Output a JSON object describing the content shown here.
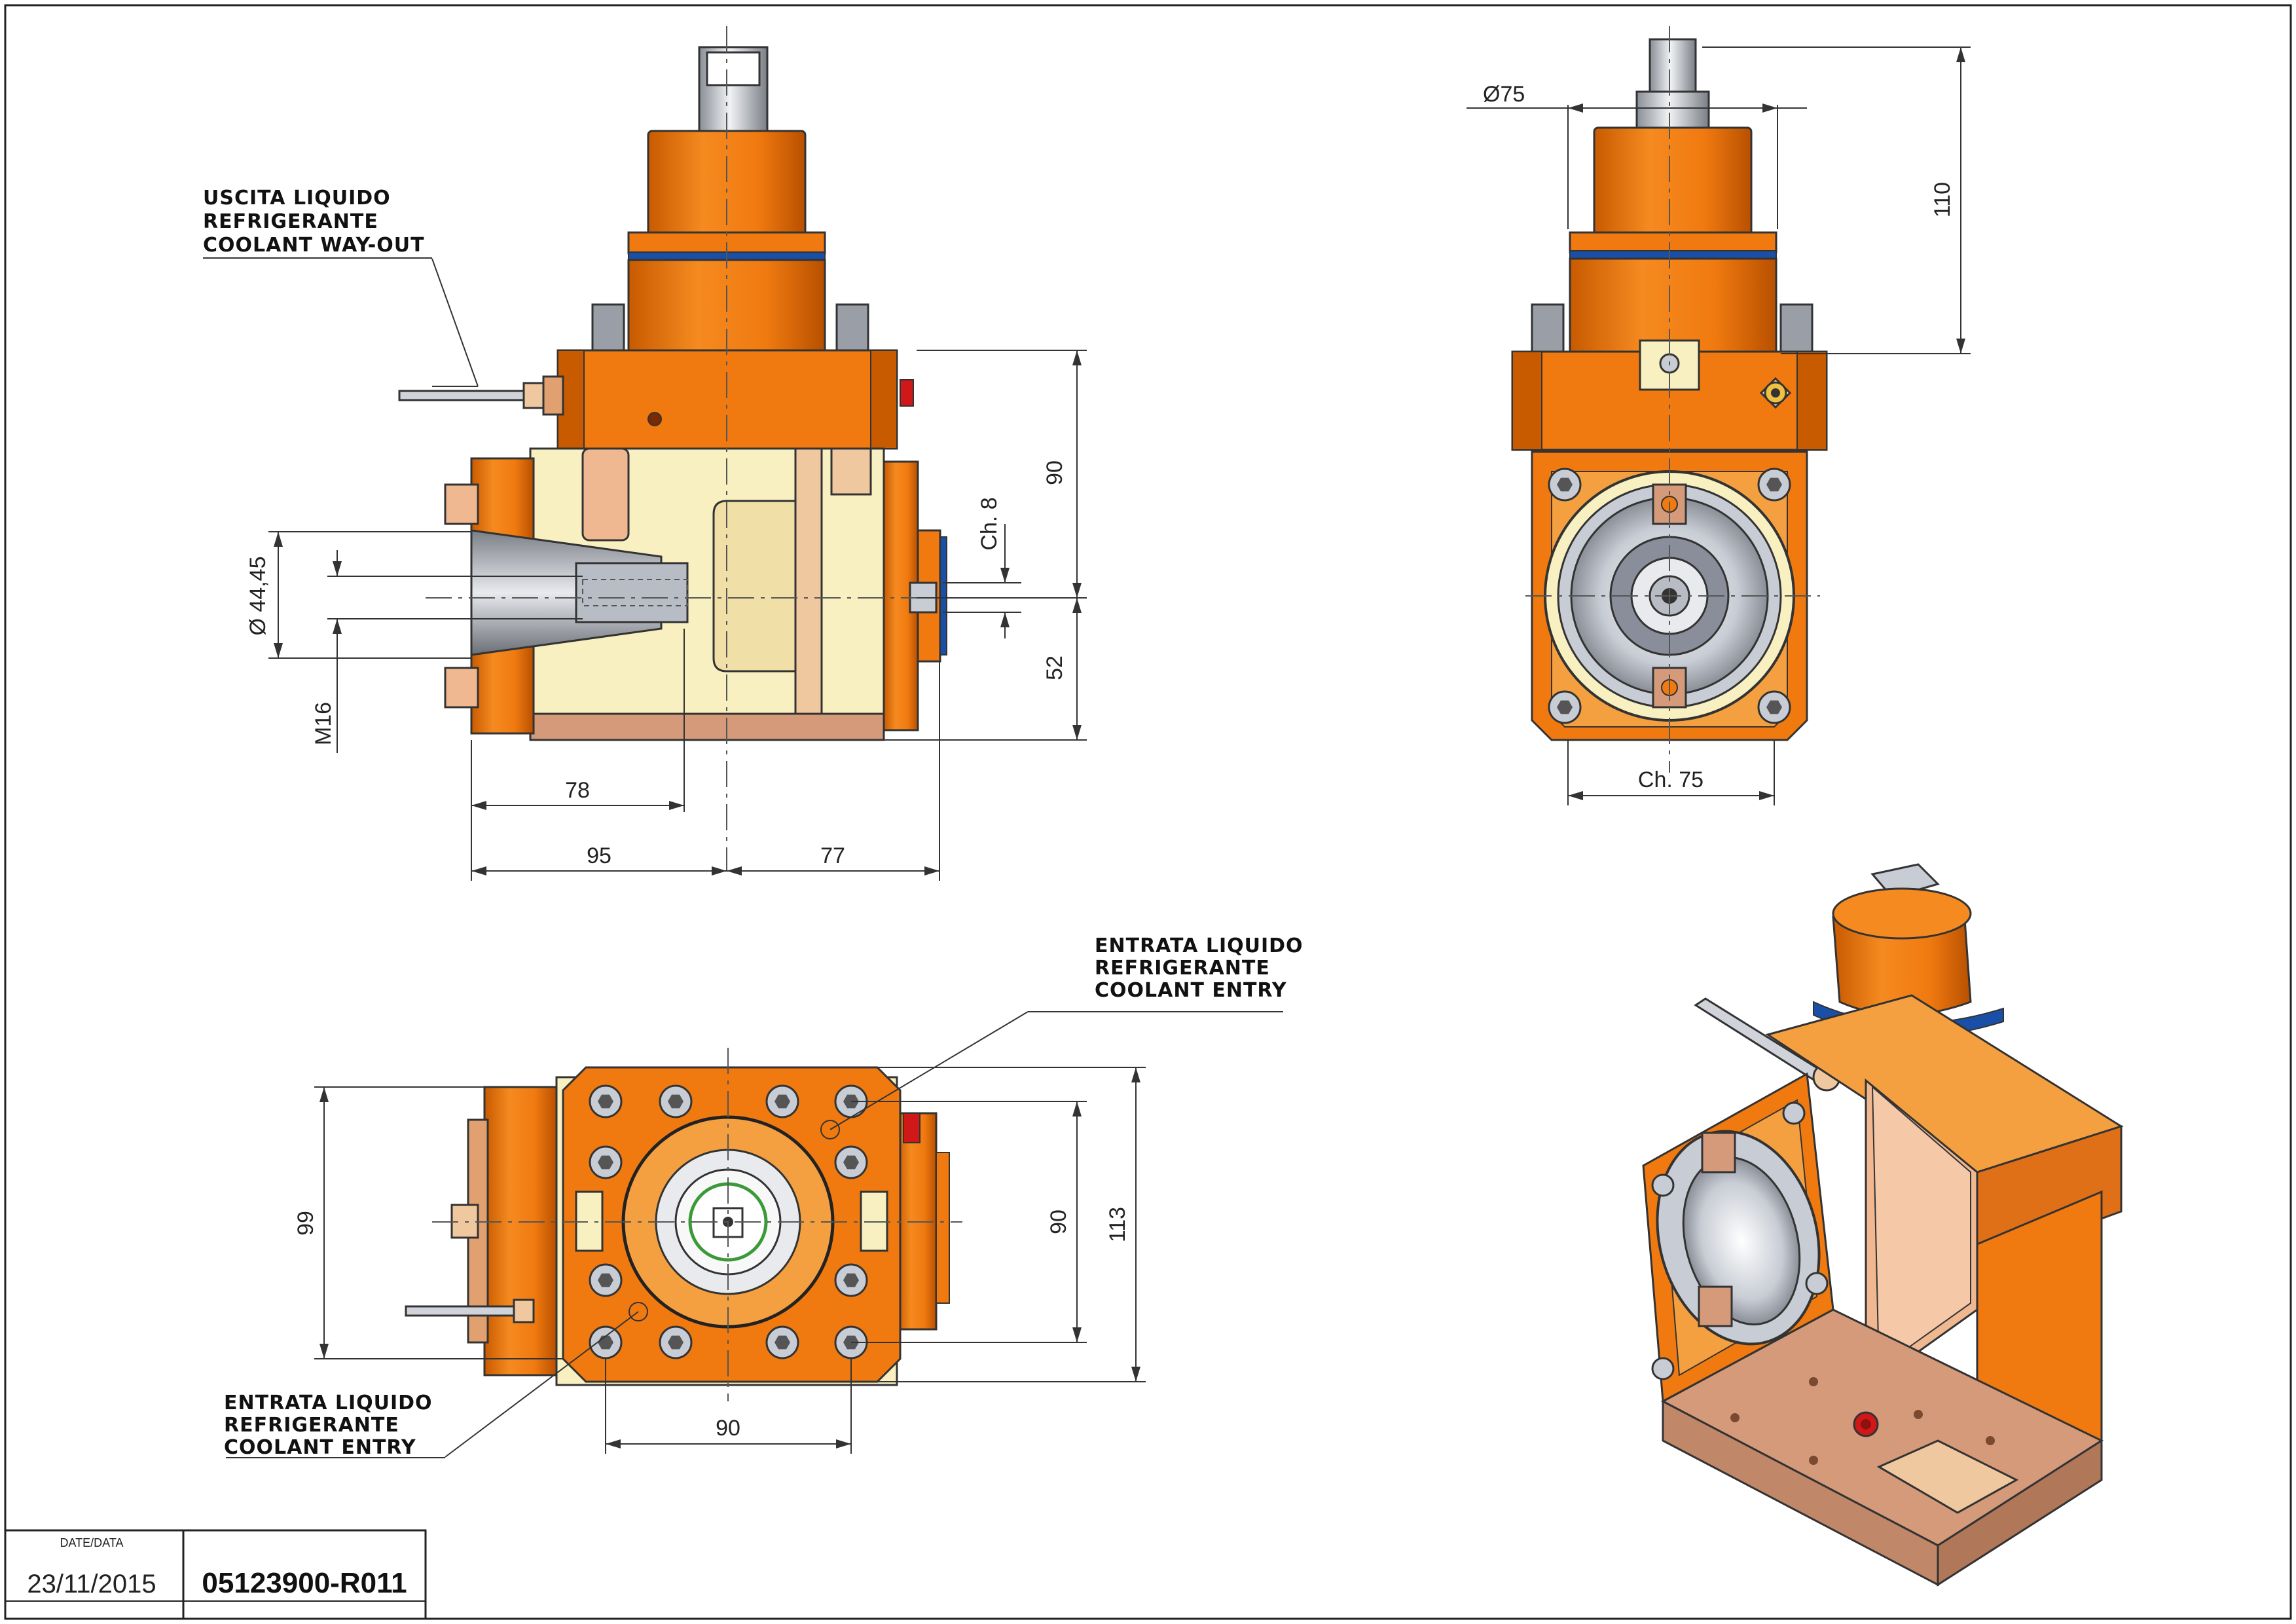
{
  "labels": {
    "coolant_out_it1": "USCITA LIQUIDO",
    "coolant_out_it2": "REFRIGERANTE",
    "coolant_out_en": "COOLANT WAY-OUT",
    "coolant_in_top_it1": "ENTRATA LIQUIDO",
    "coolant_in_top_it2": "REFRIGERANTE",
    "coolant_in_top_en": "COOLANT ENTRY",
    "coolant_in_bot_it1": "ENTRATA LIQUIDO",
    "coolant_in_bot_it2": "REFRIGERANTE",
    "coolant_in_bot_en": "COOLANT ENTRY"
  },
  "dimensions": {
    "side_height_upper": "90",
    "side_height_lower": "52",
    "chamfer_small": "Ch. 8",
    "bore_diameter": "Ø 44,45",
    "thread": "M16",
    "collet_depth": "78",
    "left_length": "95",
    "right_length": "77",
    "shank_diameter": "Ø75",
    "shank_height": "110",
    "flange_chamfer": "Ch. 75",
    "bottom_height_outer": "99",
    "bottom_height_inner": "90",
    "bottom_total": "113",
    "bottom_width": "90"
  },
  "title_block": {
    "date_label": "DATE/DATA",
    "date": "23/11/2015",
    "part_number": "05123900-R011"
  },
  "colors": {
    "orange": "#f07a10",
    "orange_dark": "#c85a00",
    "cream": "#f8f0c0",
    "copper": "#e8b090",
    "blue_ring": "#1a4fa8",
    "steel": "#b8bcc4",
    "red": "#d01818"
  }
}
